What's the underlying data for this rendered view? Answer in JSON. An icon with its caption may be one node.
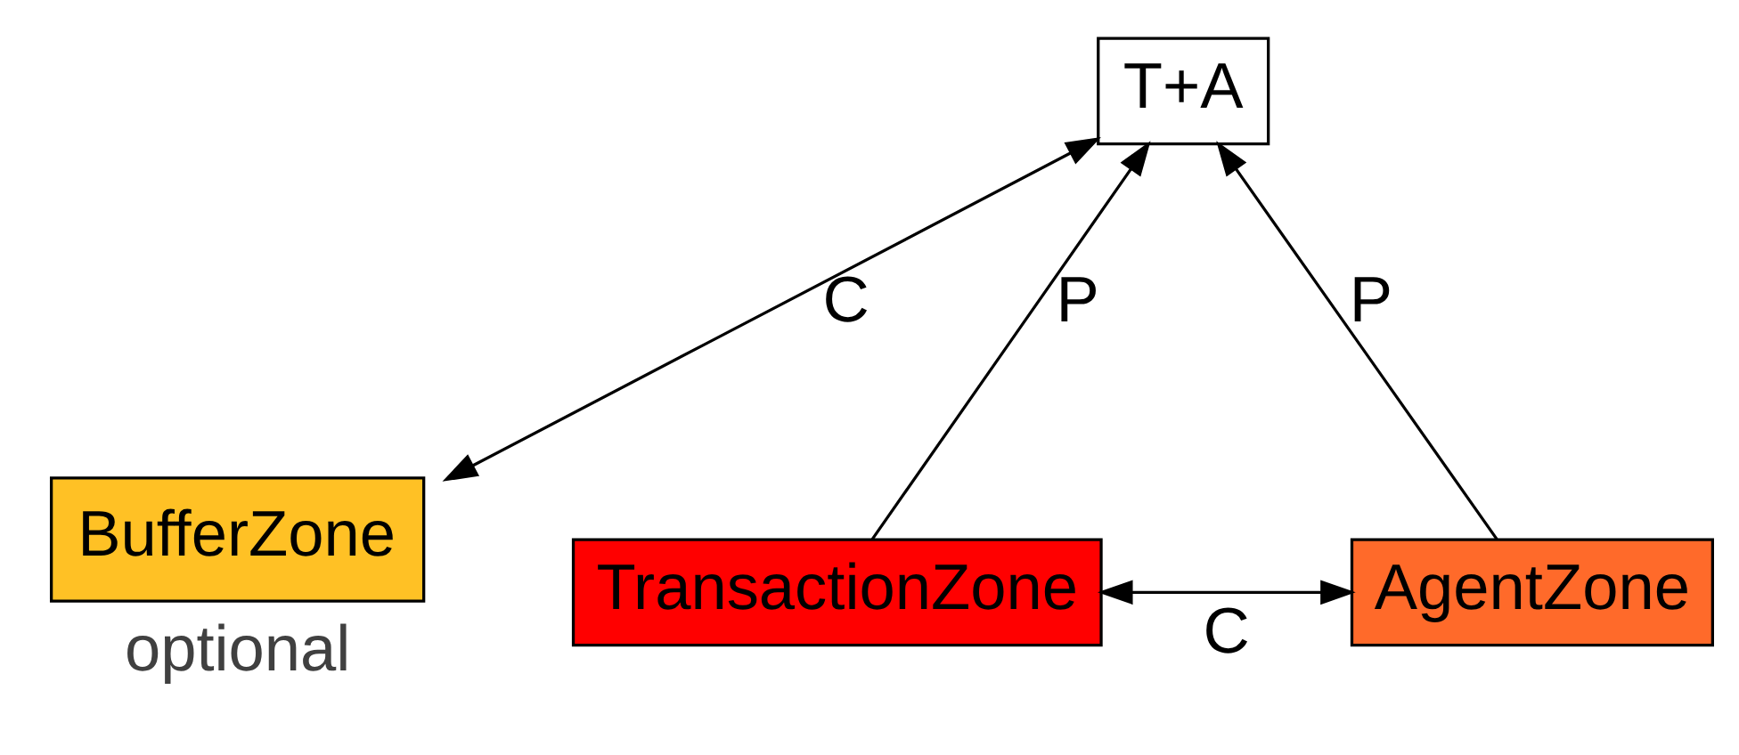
{
  "diagram": {
    "nodes": [
      {
        "text": [
          "T+A"
        ]
      },
      {
        "text": [
          "TransactionZone"
        ]
      },
      {
        "text": [
          "AgentZone"
        ]
      },
      {
        "text": [
          "BufferZone"
        ],
        "beside": [
          "optional"
        ]
      }
    ],
    "edges": [
      {
        "from": 1,
        "to": 0,
        "arrow": "to",
        "label": "P"
      },
      {
        "from": 2,
        "to": 0,
        "arrow": "to",
        "label": "P"
      },
      {
        "from": 0,
        "to": 3,
        "arrow": "both",
        "label": "C"
      },
      {
        "from": 1,
        "to": 2,
        "arrow": "both",
        "label": "C"
      }
    ]
  }
}
